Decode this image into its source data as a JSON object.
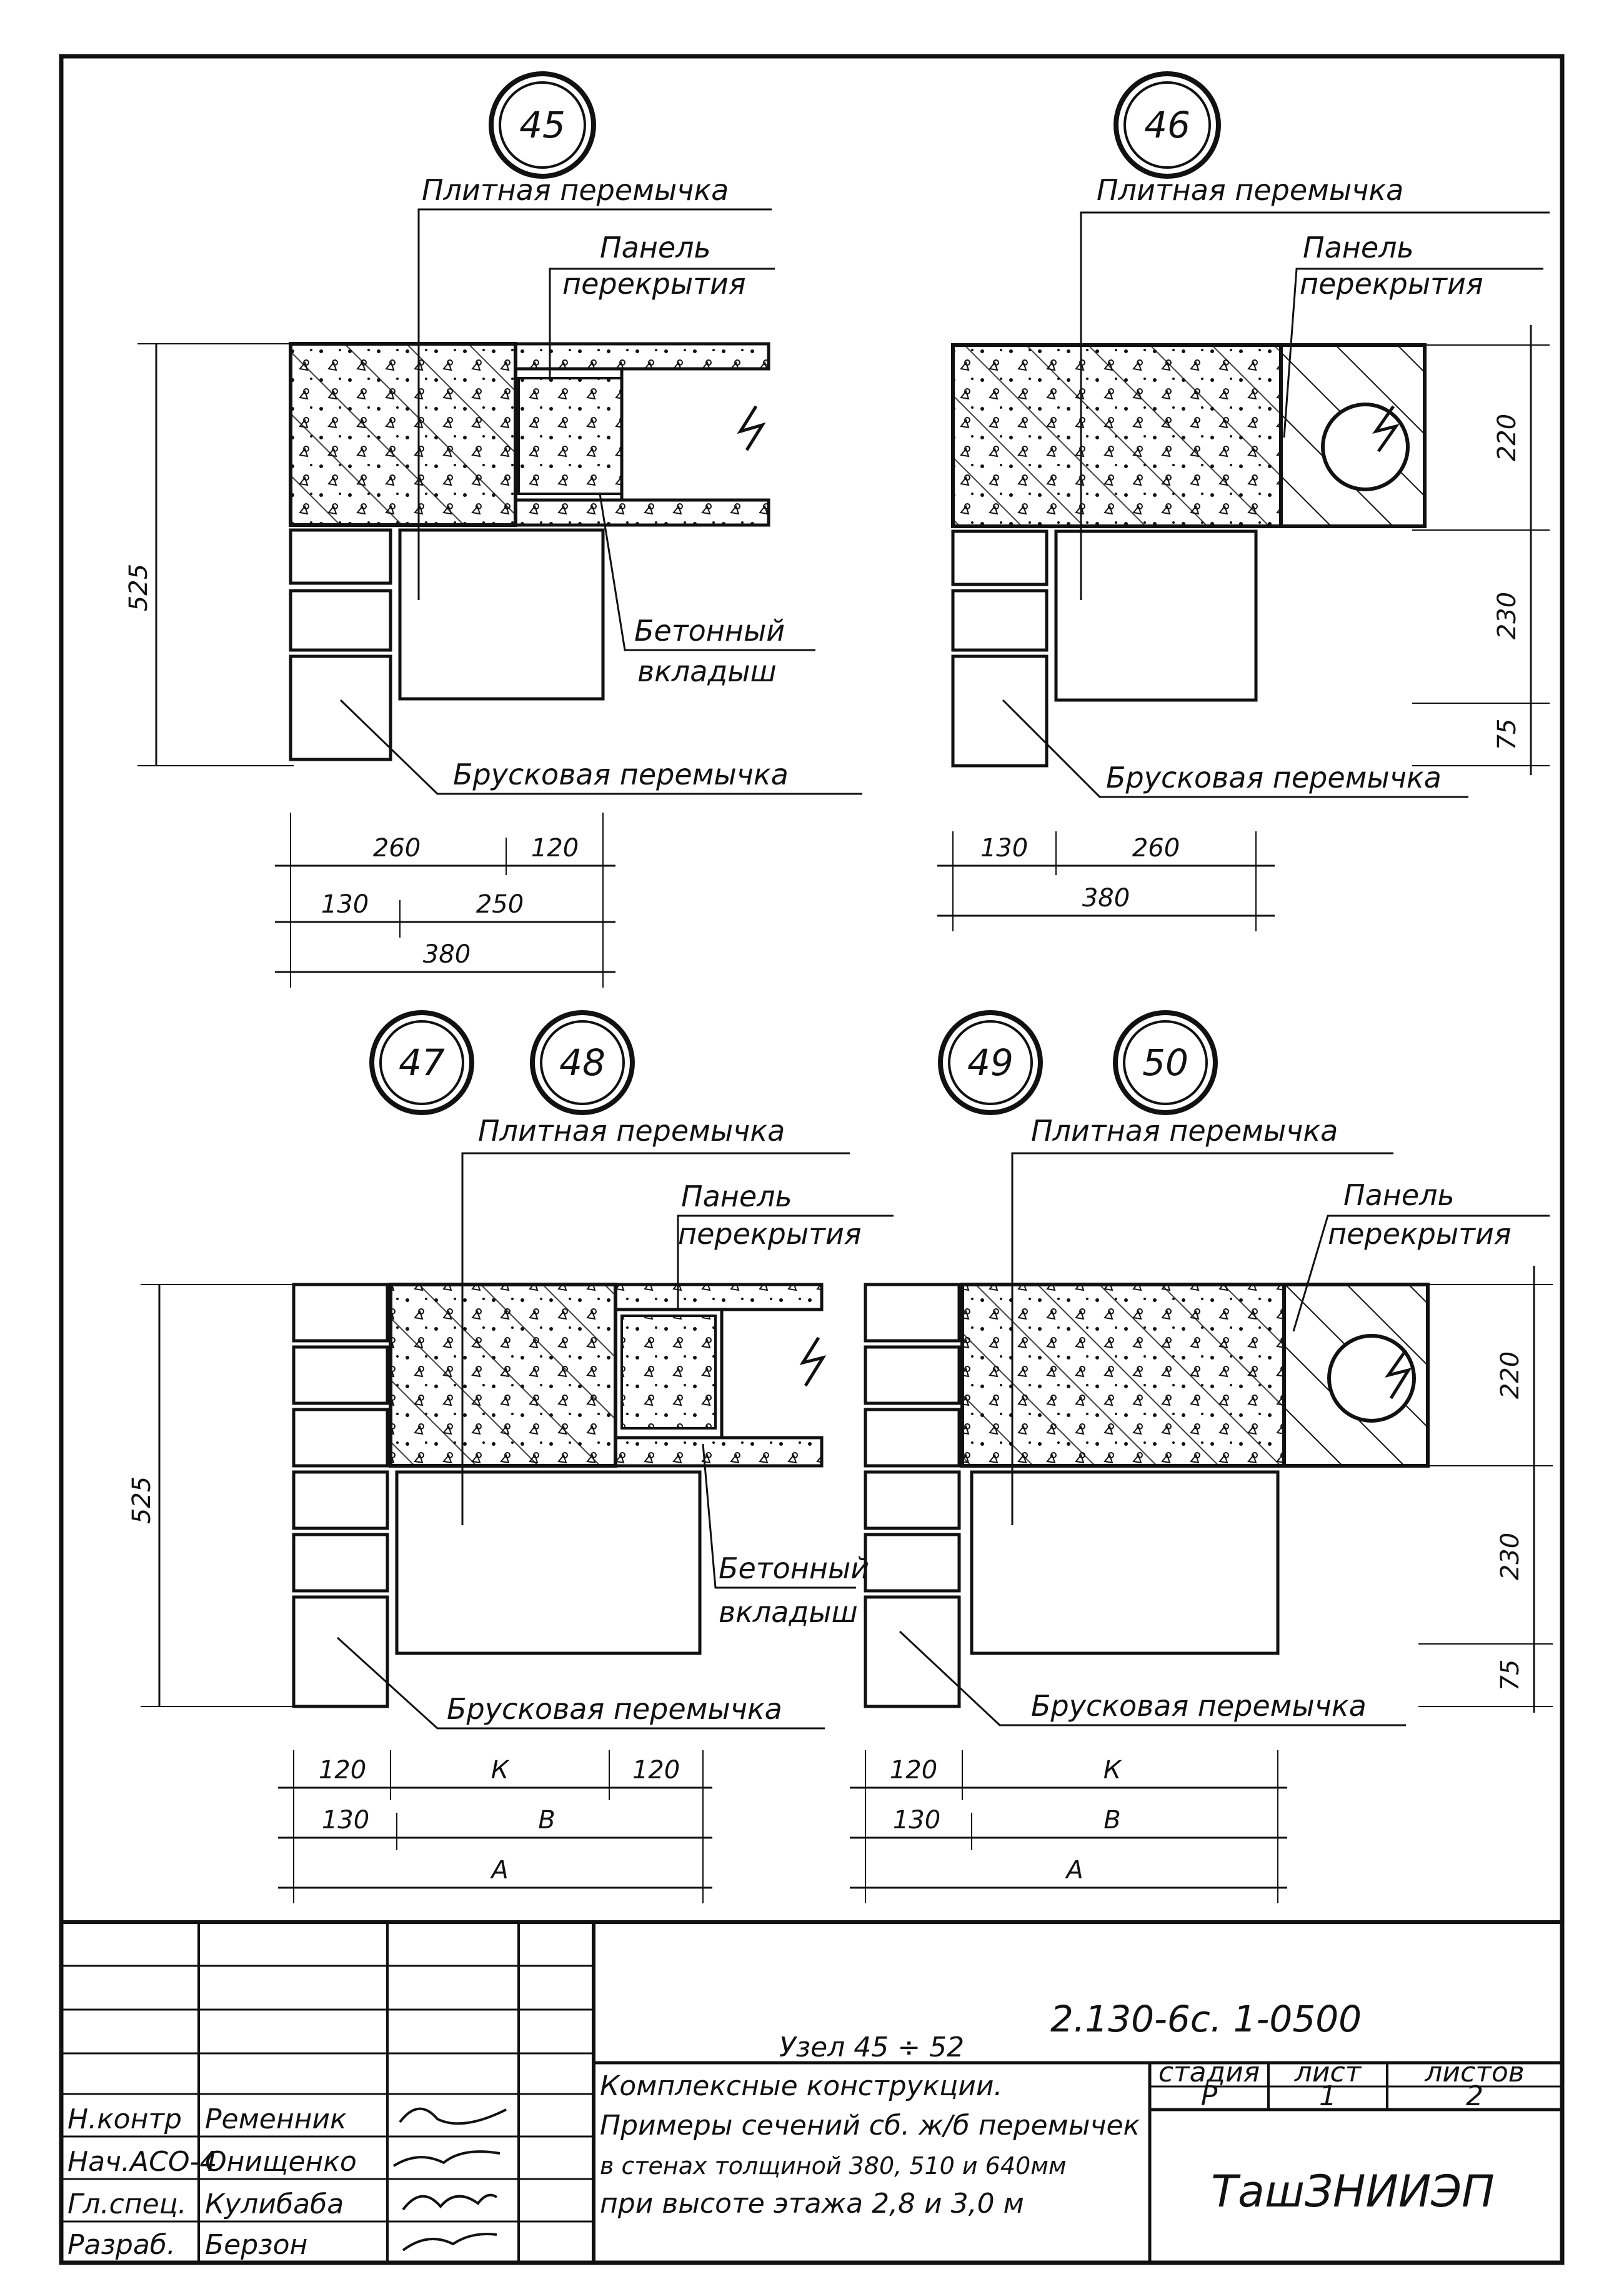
{
  "nodes": {
    "n45": "45",
    "n46": "46",
    "n47": "47",
    "n48": "48",
    "n49": "49",
    "n50": "50"
  },
  "labels": {
    "plate_lintel": "Плитная перемычка",
    "floor_panel_1": "Панель",
    "floor_panel_2": "перекрытия",
    "concrete_insert_1": "Бетонный",
    "concrete_insert_2": "вкладыш",
    "bar_lintel": "Брусковая перемычка"
  },
  "dimensions": {
    "h525": "525",
    "d220": "220",
    "d230": "230",
    "d75": "75",
    "d260": "260",
    "d120": "120",
    "d130": "130",
    "d250": "250",
    "d380": "380",
    "K": "К",
    "B": "В",
    "A": "А"
  },
  "title_block": {
    "doc_code": "2.130-6с. 1-0500",
    "title_line1": "Узел 45 ÷ 52",
    "title_line2": "Комплексные конструкции.",
    "title_line3": "Примеры сечений сб. ж/б перемычек",
    "title_line4": "в стенах толщиной 380, 510 и 640мм",
    "title_line5": "при высоте этажа 2,8 и 3,0 м",
    "stage_label": "стадия",
    "sheet_label": "лист",
    "sheets_label": "листов",
    "stage_value": "Р",
    "sheet_value": "1",
    "sheets_value": "2",
    "organization": "ТашЗНИИЭП",
    "roles": [
      {
        "role": "Н.контр",
        "name": "Ременник"
      },
      {
        "role": "Нач.АСО-4",
        "name": "Онищенко"
      },
      {
        "role": "Гл.спец.",
        "name": "Кулибаба"
      },
      {
        "role": "Разраб.",
        "name": "Берзон"
      }
    ]
  }
}
